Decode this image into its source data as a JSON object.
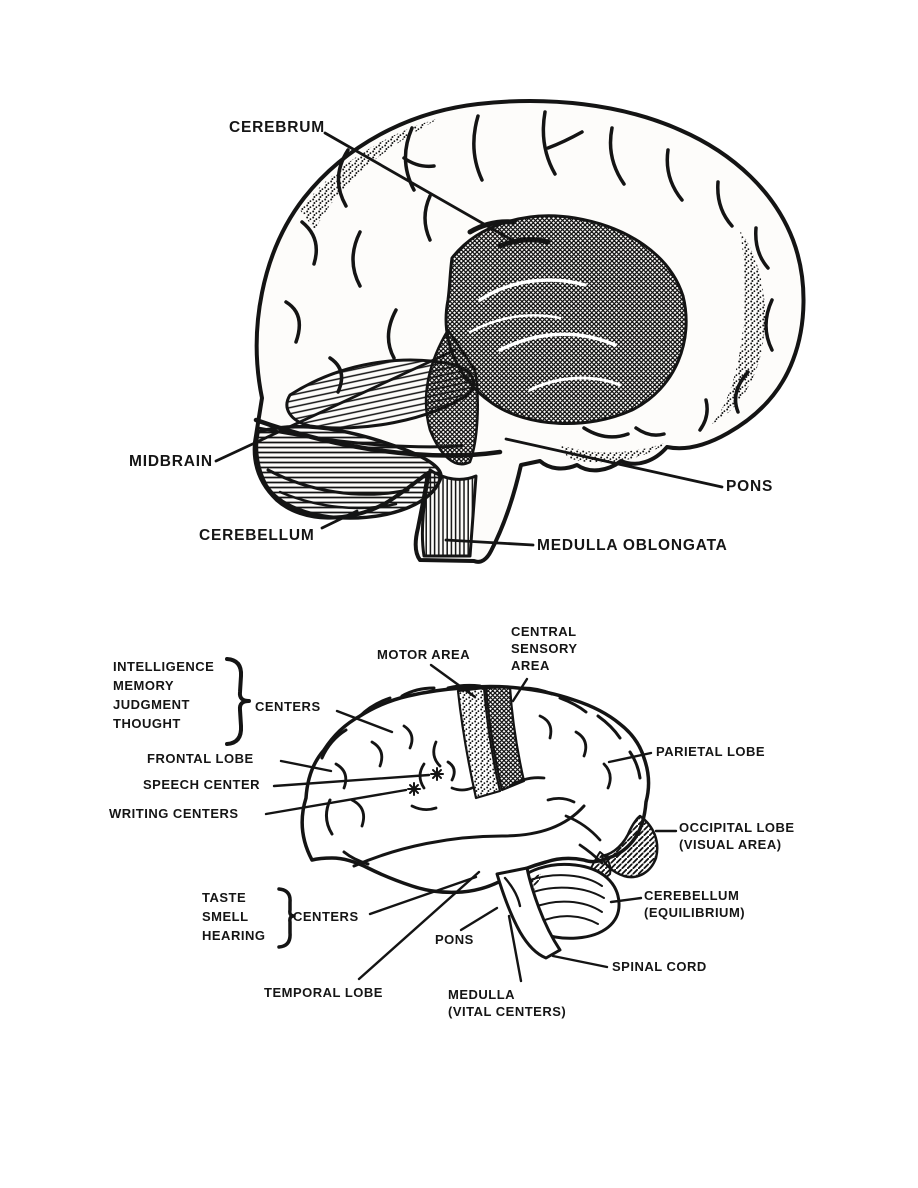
{
  "page": {
    "description": "Black-and-white anatomical diagram page with two labeled lateral views of the human brain",
    "ink_color": "#141414",
    "paper_color": "#ffffff"
  },
  "figure_top": {
    "name": "brain-structures-lateral-view",
    "labels": {
      "cerebrum": "CEREBRUM",
      "midbrain": "MIDBRAIN",
      "cerebellum": "CEREBELLUM",
      "pons": "PONS",
      "medulla_oblongata": "MEDULLA OBLONGATA"
    }
  },
  "figure_bottom": {
    "name": "brain-functional-areas-lateral-view",
    "labels": {
      "intelligence": "INTELLIGENCE",
      "memory": "MEMORY",
      "judgment": "JUDGMENT",
      "thought": "THOUGHT",
      "centers_top": "CENTERS",
      "frontal_lobe": "FRONTAL LOBE",
      "speech_center": "SPEECH CENTER",
      "writing_centers": "WRITING CENTERS",
      "motor_area": "MOTOR AREA",
      "central": "CENTRAL",
      "sensory": "SENSORY",
      "area": "AREA",
      "parietal_lobe": "PARIETAL LOBE",
      "occipital_lobe": "OCCIPITAL LOBE",
      "visual_area": "(VISUAL AREA)",
      "cerebellum": "CEREBELLUM",
      "equilibrium": "(EQUILIBRIUM)",
      "taste": "TASTE",
      "smell": "SMELL",
      "hearing": "HEARING",
      "centers_bottom": "CENTERS",
      "pons": "PONS",
      "temporal_lobe": "TEMPORAL LOBE",
      "medulla": "MEDULLA",
      "vital_centers": "(VITAL CENTERS)",
      "spinal_cord": "SPINAL CORD"
    }
  }
}
